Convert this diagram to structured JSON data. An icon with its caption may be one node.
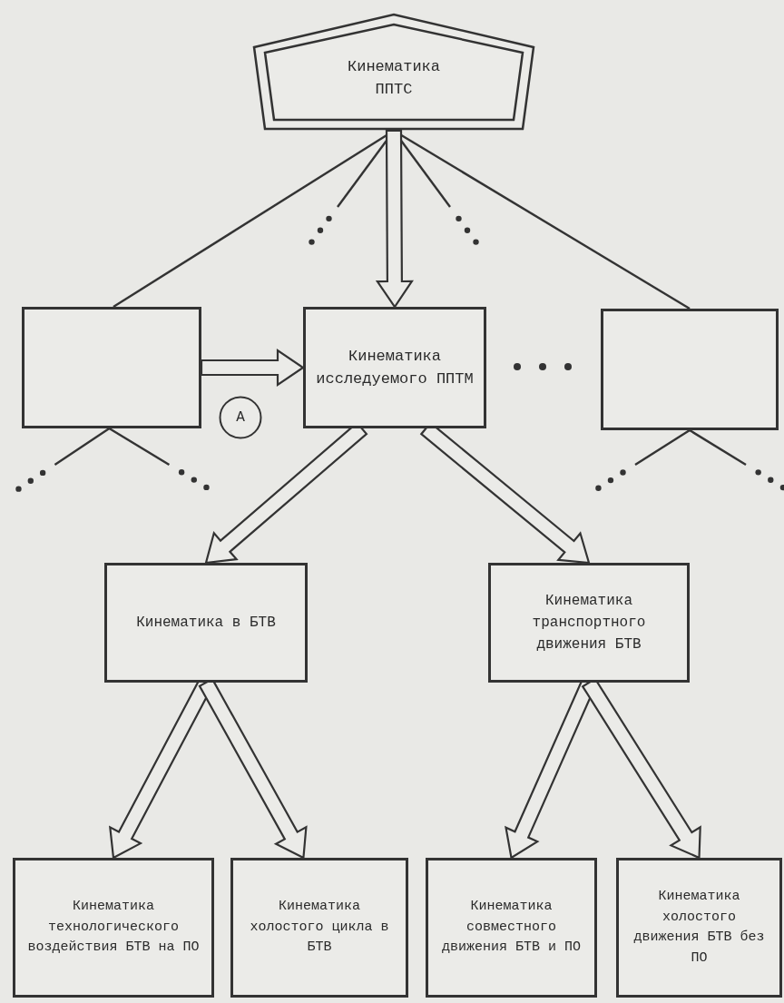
{
  "diagram": {
    "nodes": [
      {
        "text": [
          "Кинематика ППТС"
        ]
      },
      {
        "text": [],
        "shape": "box"
      },
      {
        "text": [
          "Кинематика исследуемого ППТМ"
        ]
      },
      {
        "text": [],
        "shape": "box"
      },
      {
        "text": [
          "А"
        ]
      },
      {
        "text": [
          "Кинематика в БТВ"
        ]
      },
      {
        "text": [
          "Кинематика транспортного движения БТВ"
        ]
      },
      {
        "text": [
          "Кинематика технологического воздействия БТВ на ПО"
        ]
      },
      {
        "text": [
          "Кинематика холостого цикла в БТВ"
        ]
      },
      {
        "text": [
          "Кинематика совместного движения БТВ и ПО"
        ]
      },
      {
        "text": [
          "Кинематика холостого движения БТВ без ПО"
        ]
      }
    ],
    "edges": [
      {
        "from": 0,
        "to": 1,
        "arrow": "none"
      },
      {
        "from": 0,
        "to": null,
        "arrow": "none"
      },
      {
        "from": 0,
        "to": 2,
        "arrow": "to",
        "style": "thick"
      },
      {
        "from": 0,
        "to": null,
        "arrow": "none"
      },
      {
        "from": 0,
        "to": 3,
        "arrow": "none"
      },
      {
        "from": 1,
        "to": 2,
        "arrow": "to",
        "style": "thick"
      },
      {
        "from": 1,
        "to": null,
        "arrow": "none"
      },
      {
        "from": 1,
        "to": null,
        "arrow": "none"
      },
      {
        "from": 2,
        "to": 5,
        "arrow": "to",
        "style": "thick"
      },
      {
        "from": 2,
        "to": 6,
        "arrow": "to",
        "style": "thick"
      },
      {
        "from": 3,
        "to": null,
        "arrow": "none"
      },
      {
        "from": 3,
        "to": null,
        "arrow": "none"
      },
      {
        "from": 5,
        "to": 7,
        "arrow": "to",
        "style": "thick"
      },
      {
        "from": 5,
        "to": 8,
        "arrow": "to",
        "style": "thick"
      },
      {
        "from": 6,
        "to": 9,
        "arrow": "to",
        "style": "thick"
      },
      {
        "from": 6,
        "to": 10,
        "arrow": "to",
        "style": "thick"
      }
    ]
  }
}
